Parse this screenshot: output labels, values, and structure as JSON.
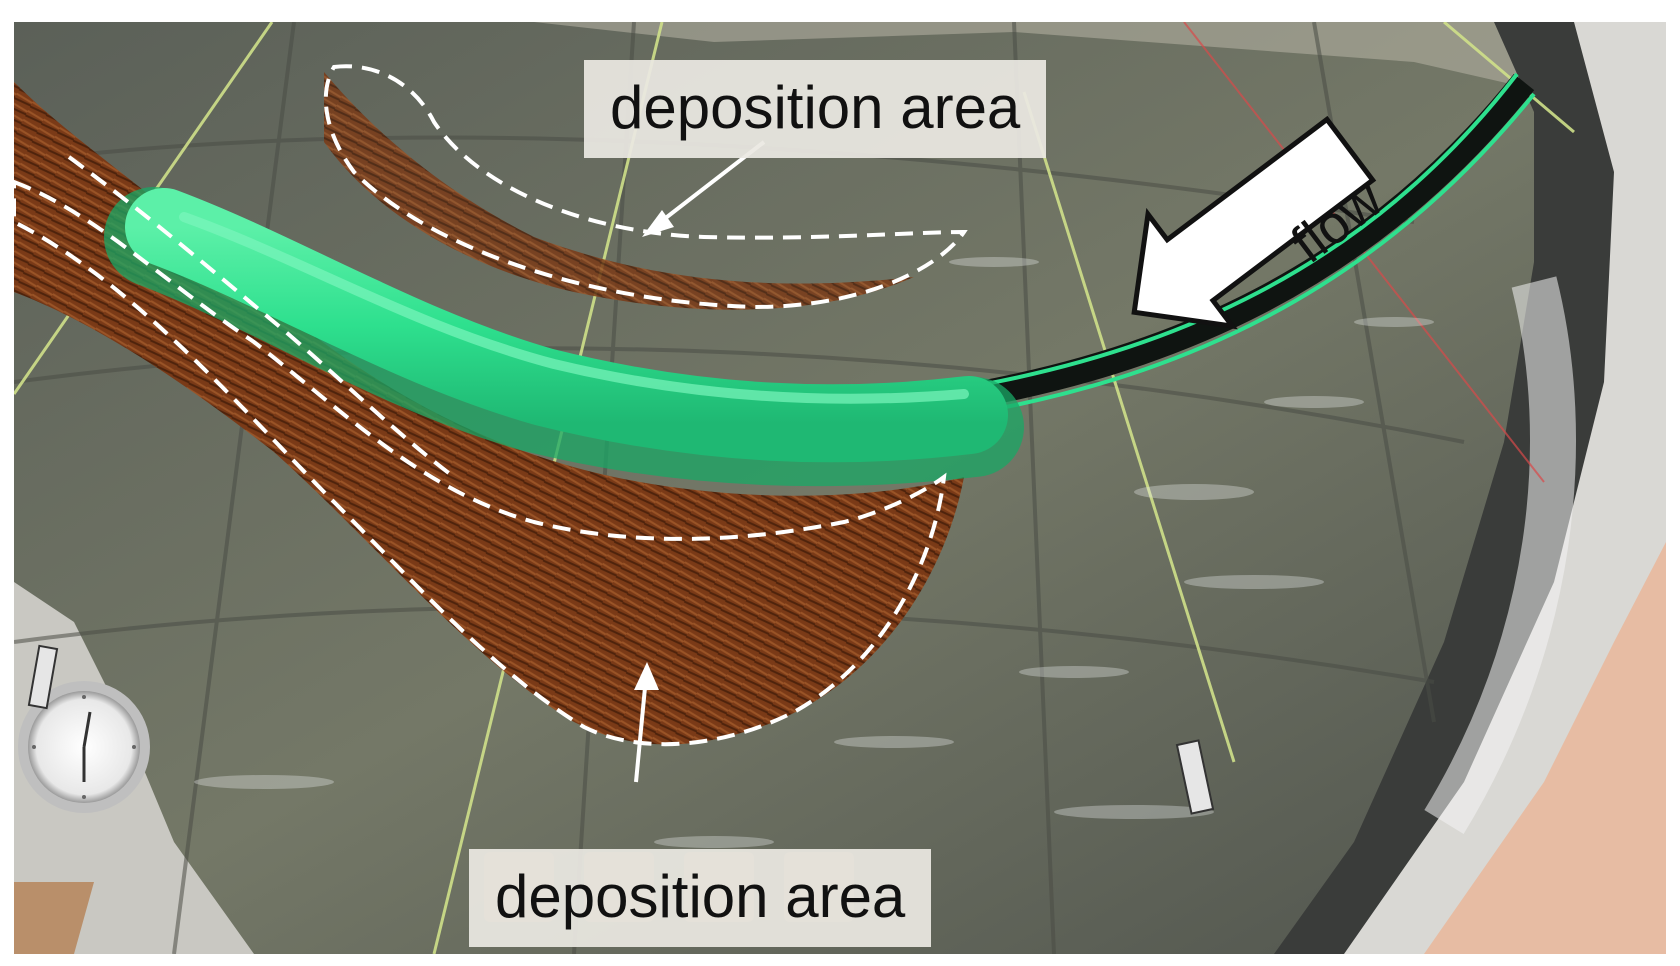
{
  "labels": {
    "deposition_top": "deposition area",
    "deposition_bottom": "deposition area",
    "flow": "flow"
  },
  "colors": {
    "boom": "#2ee08e",
    "sediment": "#7a3a17",
    "tank_floor": "#6a6e63",
    "dashed_outline": "#ffffff",
    "label_bg": "#ebe8e2"
  },
  "icons": {
    "flow_arrow": "arrow-left-icon",
    "callout_arrows": "arrow-pointer-icon",
    "gauge": "clock-gauge-icon"
  }
}
